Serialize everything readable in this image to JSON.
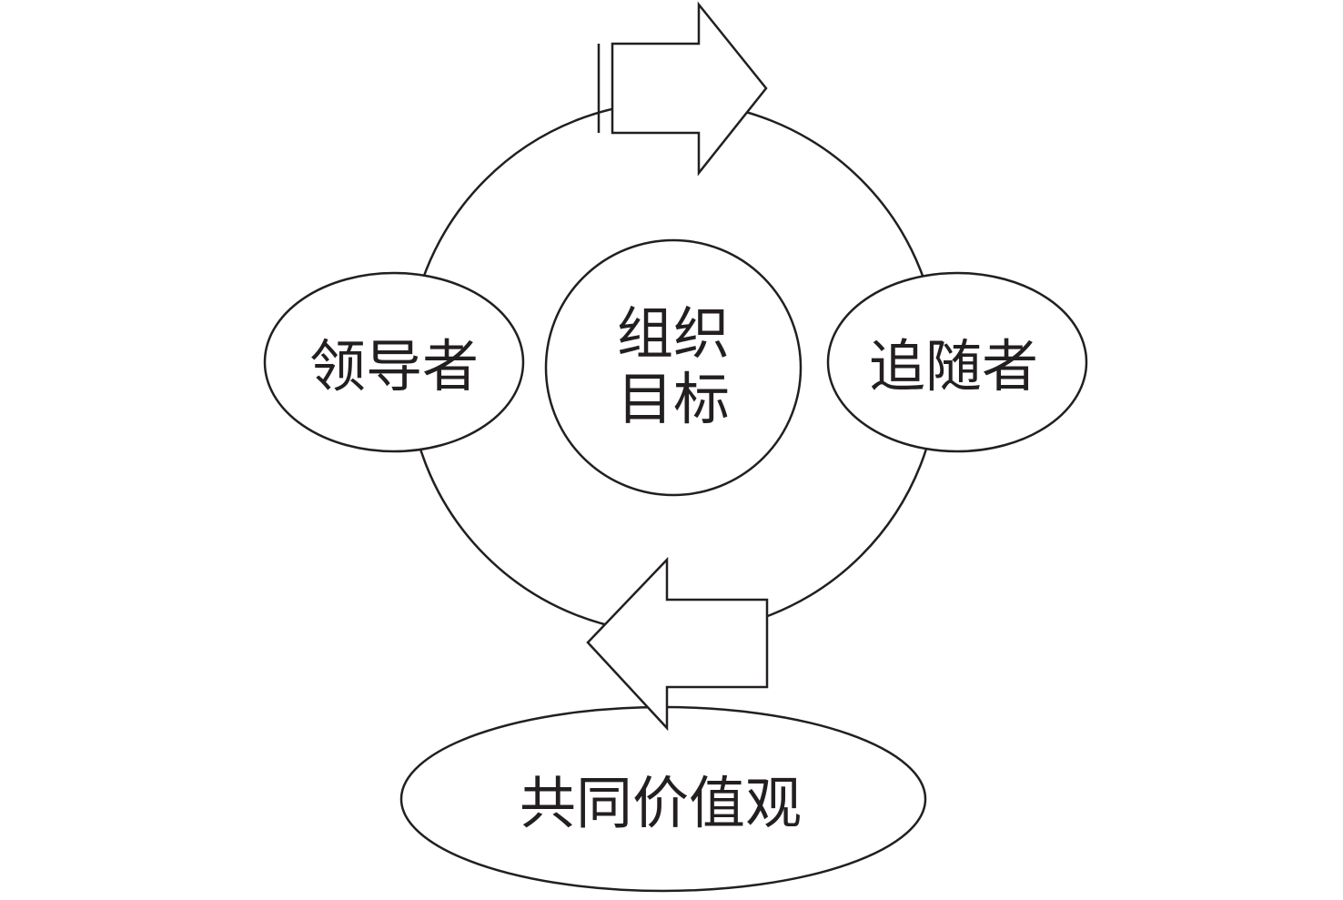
{
  "diagram": {
    "center_label_line1": "组织",
    "center_label_line2": "目标",
    "left_label": "领导者",
    "right_label": "追随者",
    "bottom_label": "共同价值观",
    "top_arrow_direction": "right",
    "bottom_arrow_direction": "left",
    "line_color": "#231f20",
    "background_color": "#ffffff"
  }
}
